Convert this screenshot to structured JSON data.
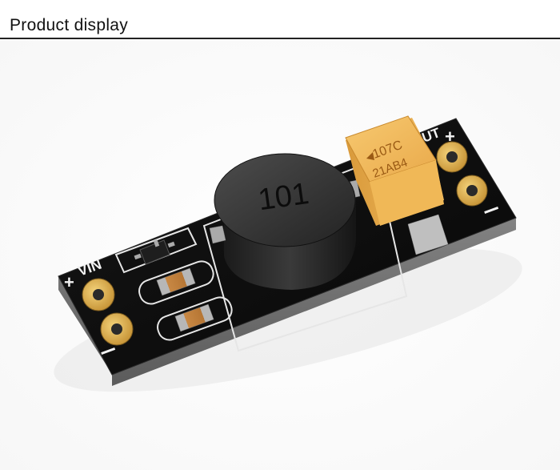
{
  "header": {
    "title": "Product display"
  },
  "photo": {
    "inductor_marking": "101",
    "capacitor_marking_line1": "107C",
    "capacitor_marking_line2": "21AB4",
    "pcb_label_input": "VIN",
    "pcb_label_output": "UT"
  }
}
